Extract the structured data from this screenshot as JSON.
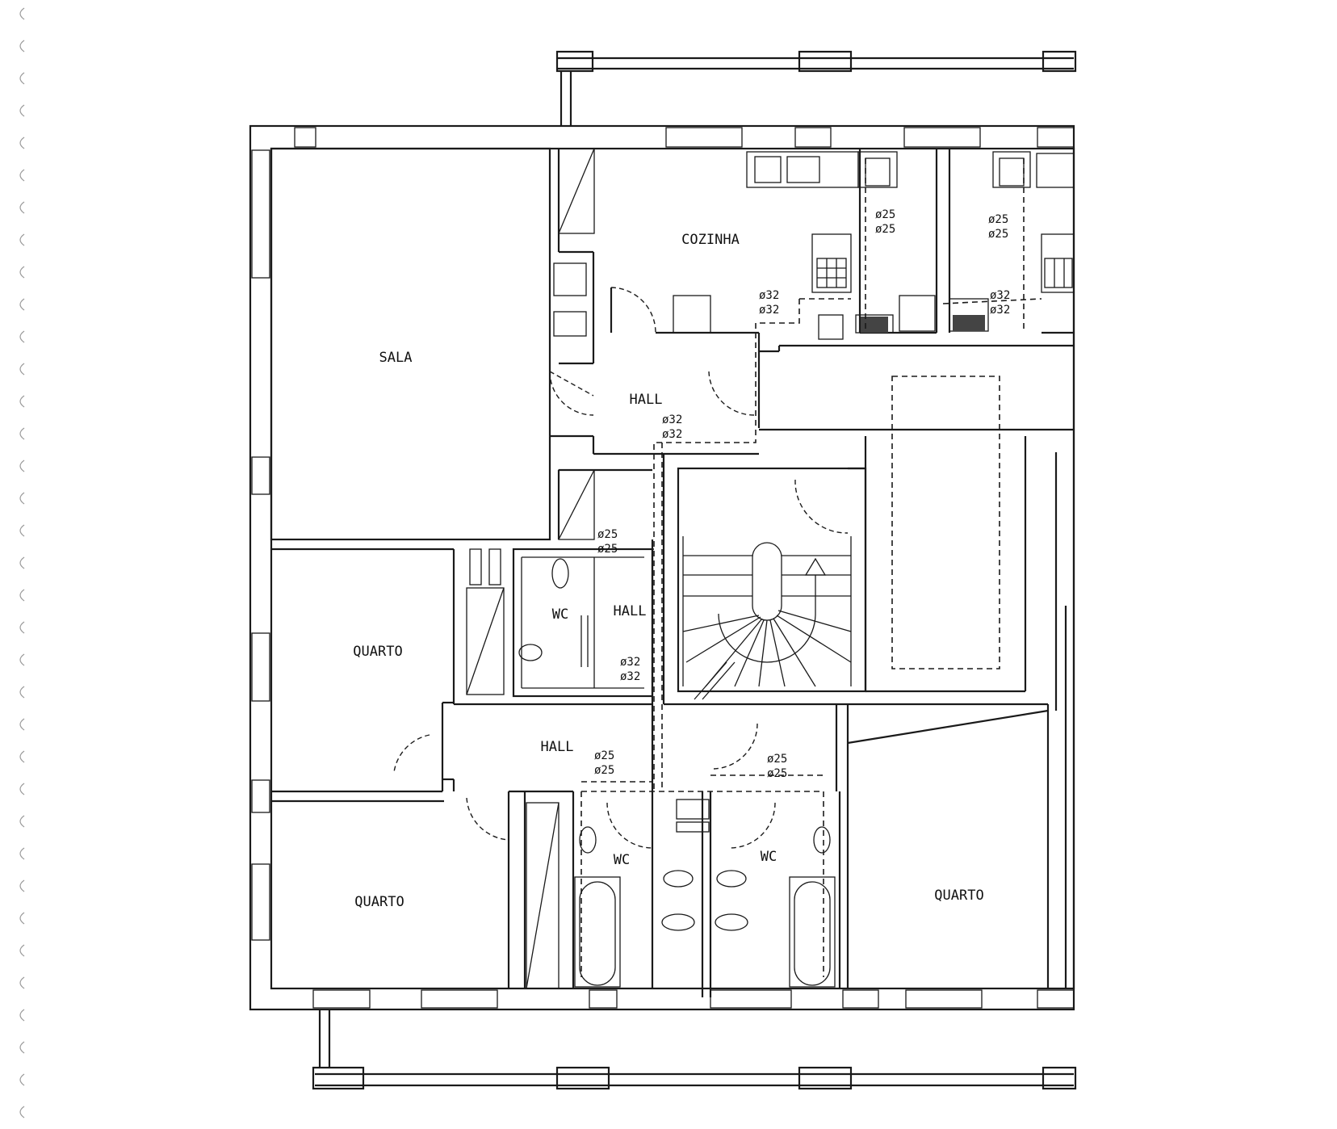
{
  "rooms": {
    "sala": "SALA",
    "cozinha": "COZINHA",
    "hall_1": "HALL",
    "hall_2": "HALL",
    "hall_3": "HALL",
    "wc_1": "WC",
    "wc_2": "WC",
    "wc_3": "WC",
    "quarto_1": "QUARTO",
    "quarto_2": "QUARTO",
    "quarto_3": "QUARTO"
  },
  "pipes": {
    "p1a": "ø25",
    "p1b": "ø25",
    "p2a": "ø25",
    "p2b": "ø25",
    "p3a": "ø32",
    "p3b": "ø32",
    "p4a": "ø32",
    "p4b": "ø32",
    "p5a": "ø32",
    "p5b": "ø32",
    "p6a": "ø25",
    "p6b": "ø25",
    "p7a": "ø32",
    "p7b": "ø32",
    "p8a": "ø25",
    "p8b": "ø25",
    "p9a": "ø25",
    "p9b": "ø25"
  }
}
